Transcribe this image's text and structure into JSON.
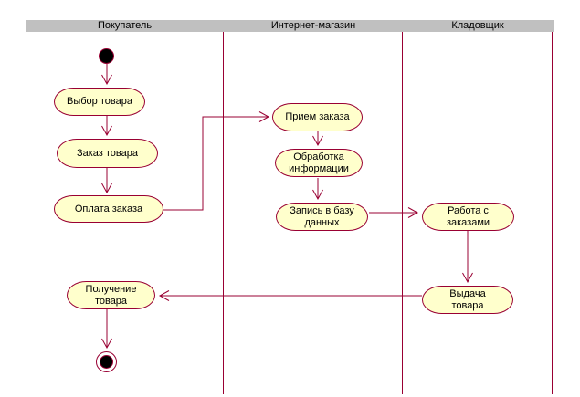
{
  "diagram": {
    "title": "activity-diagram-swimlanes",
    "lanes": [
      {
        "label": "Покупатель"
      },
      {
        "label": "Интернет-магазин"
      },
      {
        "label": "Кладовщик"
      }
    ],
    "nodes": {
      "vybor": {
        "label": "Выбор товара",
        "lane": "Покупатель"
      },
      "zakaz": {
        "label": "Заказ товара",
        "lane": "Покупатель"
      },
      "oplata": {
        "label": "Оплата заказа",
        "lane": "Покупатель"
      },
      "poluchenie": {
        "label": "Получение\nтовара",
        "lane": "Покупатель"
      },
      "priem": {
        "label": "Прием заказа",
        "lane": "Интернет-магазин"
      },
      "obrabotka": {
        "label": "Обработка\nинформации",
        "lane": "Интернет-магазин"
      },
      "zapis": {
        "label": "Запись в базу\nданных",
        "lane": "Интернет-магазин"
      },
      "rabota": {
        "label": "Работа с\nзаказами",
        "lane": "Кладовщик"
      },
      "vydacha": {
        "label": "Выдача\nтовара",
        "lane": "Кладовщик"
      }
    },
    "edges": [
      {
        "from": "start",
        "to": "Выбор товара"
      },
      {
        "from": "Выбор товара",
        "to": "Заказ товара"
      },
      {
        "from": "Заказ товара",
        "to": "Оплата заказа"
      },
      {
        "from": "Оплата заказа",
        "to": "Прием заказа"
      },
      {
        "from": "Прием заказа",
        "to": "Обработка информации"
      },
      {
        "from": "Обработка информации",
        "to": "Запись в базу данных"
      },
      {
        "from": "Запись в базу данных",
        "to": "Работа с заказами"
      },
      {
        "from": "Работа с заказами",
        "to": "Выдача товара"
      },
      {
        "from": "Выдача товара",
        "to": "Получение товара"
      },
      {
        "from": "Получение товара",
        "to": "end"
      }
    ],
    "colors": {
      "node_fill": "#FFFFCC",
      "line": "#990033",
      "header_bg": "#C0C0C0",
      "text": "#000000",
      "background": "#FFFFFF"
    }
  }
}
